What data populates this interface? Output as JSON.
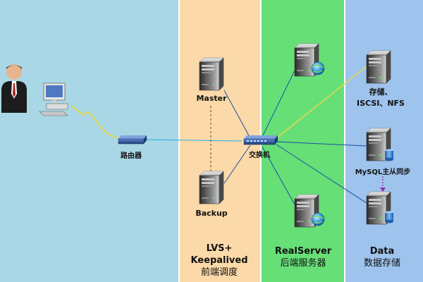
{
  "colors": {
    "zone_client": "#a9d7e6",
    "zone_lvs": "#fbd9a8",
    "zone_realserver": "#66df77",
    "zone_data": "#9ec3ec",
    "divider": "#ffffff",
    "link_blue": "#1d4fa8",
    "link_cyan": "#3fb7e8",
    "link_yellow": "#e8d84a",
    "heartbeat": "#8a5a2a",
    "sync": "#9b2aa8"
  },
  "nodes": {
    "router": {
      "label": "路由器",
      "icon": "router-icon"
    },
    "master": {
      "label": "Master",
      "icon": "server-icon"
    },
    "backup": {
      "label": "Backup",
      "icon": "server-icon"
    },
    "switch": {
      "label": "交换机",
      "icon": "switch-icon"
    },
    "storage": {
      "label_line1": "存储、",
      "label_line2": "ISCSI、NFS",
      "icon": "server-icon"
    },
    "mysql": {
      "label": "MySQL主从同步",
      "icon": "database-server-icon"
    },
    "user": {
      "icon": "user-icon"
    },
    "workstation": {
      "icon": "workstation-icon"
    }
  },
  "zones": {
    "lvs": {
      "title1": "LVS+",
      "title2": "Keepalived",
      "subtitle": "前端调度"
    },
    "realserver": {
      "title": "RealServer",
      "subtitle": "后端服务器"
    },
    "data": {
      "title": "Data",
      "subtitle": "数据存储"
    }
  }
}
